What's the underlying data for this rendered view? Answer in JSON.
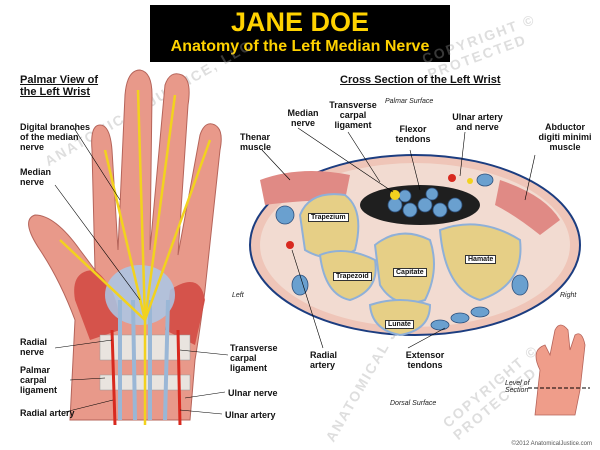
{
  "header": {
    "patient_name": "JANE DOE",
    "subtitle": "Anatomy of the Left Median Nerve"
  },
  "palmar_view": {
    "title": "Palmar View of the Left Wrist",
    "labels": {
      "digital_branches": "Digital branches of the median nerve",
      "median_nerve": "Median nerve",
      "radial_nerve": "Radial nerve",
      "palmar_carpal_ligament": "Palmar carpal ligament",
      "radial_artery": "Radial artery",
      "transverse_carpal_ligament": "Transverse carpal ligament",
      "ulnar_nerve": "Ulnar nerve",
      "ulnar_artery": "Ulnar artery"
    }
  },
  "cross_section": {
    "title": "Cross Section of the Left Wrist",
    "labels": {
      "palmar_surface": "Palmar Surface",
      "dorsal_surface": "Dorsal Surface",
      "median_nerve": "Median nerve",
      "transverse_carpal_ligament": "Transverse carpal ligament",
      "flexor_tendons": "Flexor tendons",
      "ulnar_artery_nerve": "Ulnar artery and nerve",
      "abductor": "Abductor digiti minimi muscle",
      "thenar_muscle": "Thenar muscle",
      "radial_artery": "Radial artery",
      "extensor_tendons": "Extensor tendons",
      "left": "Left",
      "right": "Right",
      "level_of_section": "Level of Section"
    },
    "bones": {
      "trapezium": "Trapezium",
      "trapezoid": "Trapezoid",
      "capitate": "Capitate",
      "hamate": "Hamate",
      "lunate": "Lunate"
    }
  },
  "watermarks": {
    "copyright": "COPYRIGHT © PROTECTED",
    "anatomical": "ANATOMICAL JUSTICE, LLC"
  },
  "footer": "©2012 AnatomicalJustice.com",
  "colors": {
    "title_bg": "#000000",
    "title_text": "#ffd200",
    "nerve": "#f2d21e",
    "muscle": "#d9534f",
    "bone": "#e6cf86",
    "tendon": "#7fa8cf"
  }
}
